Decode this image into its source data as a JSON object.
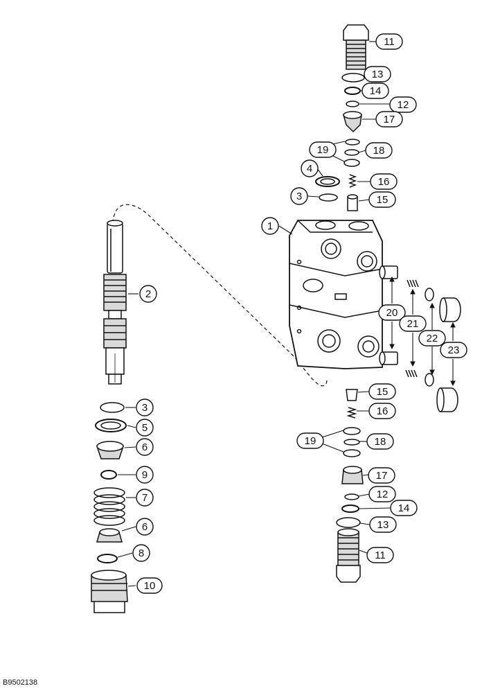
{
  "figure_id": "B9502138",
  "callout_labels": {
    "c1": "1",
    "c2": "2",
    "c3a": "3",
    "c3b": "3",
    "c4": "4",
    "c5": "5",
    "c6a": "6",
    "c6b": "6",
    "c7": "7",
    "c8": "8",
    "c9": "9",
    "c10": "10",
    "c11a": "11",
    "c11b": "11",
    "c12a": "12",
    "c12b": "12",
    "c13a": "13",
    "c13b": "13",
    "c14a": "14",
    "c14b": "14",
    "c15a": "15",
    "c15b": "15",
    "c16a": "16",
    "c16b": "16",
    "c17a": "17",
    "c17b": "17",
    "c18a": "18",
    "c18b": "18",
    "c19a": "19",
    "c19b": "19",
    "c20": "20",
    "c21": "21",
    "c22": "22",
    "c23": "23"
  },
  "colors": {
    "ink": "#111111",
    "paper": "#ffffff",
    "shade": "#d9d9d9"
  }
}
